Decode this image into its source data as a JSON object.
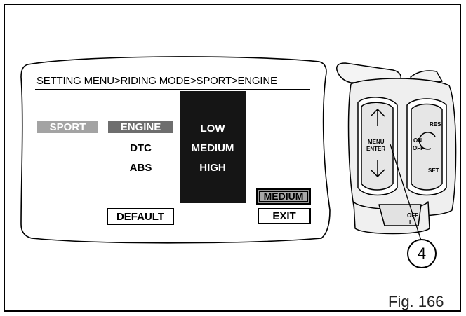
{
  "figure": {
    "label": "Fig. 166"
  },
  "display": {
    "breadcrumb": "SETTING MENU>RIDING MODE>SPORT>ENGINE",
    "mode_tag": "SPORT",
    "menu": {
      "selected": "ENGINE",
      "items": [
        "DTC",
        "ABS"
      ]
    },
    "options": [
      "LOW",
      "MEDIUM",
      "HIGH"
    ],
    "current_value": "MEDIUM",
    "default_button": "DEFAULT",
    "exit_button": "EXIT"
  },
  "controller": {
    "left_switch": {
      "label_line1": "MENU",
      "label_line2": "ENTER"
    },
    "right_switch": {
      "top": "RES",
      "middle_line1": "ON",
      "middle_line2": "OFF",
      "bottom": "SET"
    },
    "bottom_labels": [
      "OFF",
      "I"
    ]
  },
  "callout": {
    "number": "4"
  }
}
